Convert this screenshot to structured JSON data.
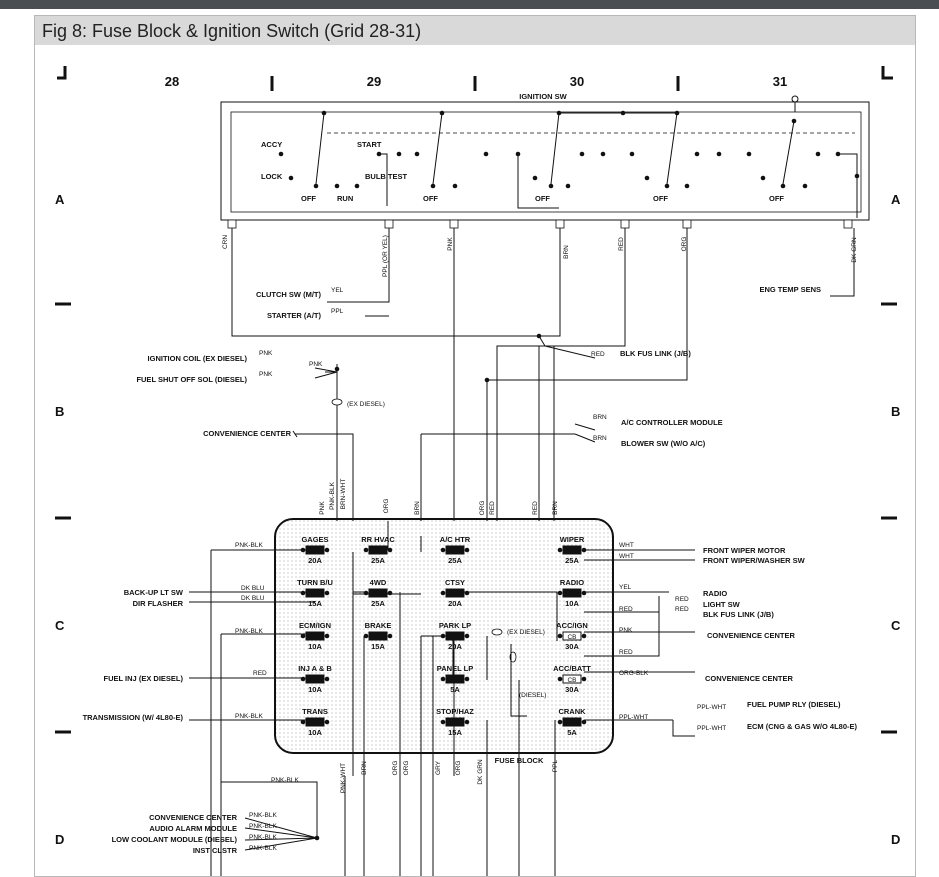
{
  "caption": "Fig 8: Fuse Block & Ignition Switch (Grid 28-31)",
  "grid": {
    "columns": [
      "28",
      "29",
      "30",
      "31"
    ],
    "rows": [
      "A",
      "B",
      "C",
      "D"
    ]
  },
  "ignition_switch": {
    "title": "IGNITION SW",
    "positions": [
      "ACCY",
      "START",
      "LOCK",
      "BULB TEST",
      "OFF",
      "RUN"
    ],
    "off_labels": [
      "OFF",
      "OFF",
      "OFF",
      "OFF",
      "OFF"
    ]
  },
  "switch_wires": [
    "CRN",
    "PPL (OR YEL)",
    "PNK",
    "BRN",
    "RED",
    "ORG",
    "DK GRN"
  ],
  "upper_labels": {
    "clutch": "CLUTCH SW (M/T)",
    "clutch_wire": "YEL",
    "starter": "STARTER (A/T)",
    "starter_wire": "PPL",
    "eng_temp": "ENG TEMP SENS",
    "ign_coil": "IGNITION COIL (EX DIESEL)",
    "fuel_shutoff": "FUEL SHUT OFF SOL (DIESEL)",
    "pnk1": "PNK",
    "pnk2": "PNK",
    "pnk3": "PNK",
    "ex_diesel": "(EX DIESEL)",
    "blk_fus_link": "BLK FUS LINK (J/B)",
    "red": "RED",
    "ac_ctrl": "A/C CONTROLLER MODULE",
    "blower": "BLOWER SW (W/O A/C)",
    "brn1": "BRN",
    "brn2": "BRN",
    "conv_center": "CONVENIENCE CENTER"
  },
  "vertical_wires": [
    "PNK",
    "PNK-BLK",
    "BRN-WHT",
    "ORG",
    "BRN",
    "ORG",
    "RED",
    "RED",
    "BRN"
  ],
  "fuse_block": {
    "title": "FUSE BLOCK",
    "fuses": [
      {
        "name": "GAGES",
        "rating": "20A"
      },
      {
        "name": "RR HVAC",
        "rating": "25A"
      },
      {
        "name": "A/C HTR",
        "rating": "25A"
      },
      {
        "name": "WIPER",
        "rating": "25A"
      },
      {
        "name": "TURN B/U",
        "rating": "15A"
      },
      {
        "name": "4WD",
        "rating": "25A"
      },
      {
        "name": "CTSY",
        "rating": "20A"
      },
      {
        "name": "RADIO",
        "rating": "10A"
      },
      {
        "name": "ECM/IGN",
        "rating": "10A"
      },
      {
        "name": "BRAKE",
        "rating": "15A"
      },
      {
        "name": "PARK LP",
        "rating": "20A"
      },
      {
        "name": "ACC/IGN",
        "rating": "30A"
      },
      {
        "name": "INJ A & B",
        "rating": "10A"
      },
      {
        "name": "PANEL LP",
        "rating": "5A"
      },
      {
        "name": "ACC/BATT",
        "rating": "30A"
      },
      {
        "name": "TRANS",
        "rating": "10A"
      },
      {
        "name": "STOP/HAZ",
        "rating": "15A"
      },
      {
        "name": "CRANK",
        "rating": "5A"
      }
    ],
    "cb_label": "CB",
    "ex_diesel": "(EX DIESEL)",
    "diesel": "(DIESEL)"
  },
  "left_labels": {
    "pnk_blk1": "PNK-BLK",
    "backup": "BACK-UP LT SW",
    "dir_flasher": "DIR FLASHER",
    "dk_blu1": "DK BLU",
    "dk_blu2": "DK BLU",
    "pnk_blk2": "PNK-BLK",
    "fuel_inj": "FUEL INJ (EX DIESEL)",
    "red": "RED",
    "transmission": "TRANSMISSION (W/ 4L80-E)",
    "pnk_blk3": "PNK-BLK"
  },
  "right_labels": {
    "wht1": "WHT",
    "wht2": "WHT",
    "front_wiper": "FRONT WIPER MOTOR",
    "washer": "FRONT WIPER/WASHER SW",
    "yel": "YEL",
    "radio": "RADIO",
    "light_sw": "LIGHT SW",
    "blk_fus": "BLK FUS LINK (J/B)",
    "red1": "RED",
    "red2": "RED",
    "red3": "RED",
    "red4": "RED",
    "pnk": "PNK",
    "conv1": "CONVENIENCE CENTER",
    "org_blk": "ORG-BLK",
    "conv2": "CONVENIENCE CENTER",
    "ppl_wht1": "PPL-WHT",
    "ppl_wht2": "PPL-WHT",
    "ppl_wht3": "PPL-WHT",
    "fuel_pump": "FUEL PUMP RLY (DIESEL)",
    "ecm": "ECM (CNG & GAS W/O 4L80-E)"
  },
  "bottom_wires": [
    "PNK-WHT",
    "BRN",
    "ORG",
    "ORG",
    "GRY",
    "ORG",
    "DK GRN",
    "PPL"
  ],
  "bottom_labels": {
    "pnk_blk_top": "PNK-BLK",
    "conv_center": "CONVENIENCE CENTER",
    "audio": "AUDIO ALARM MODULE",
    "low_coolant": "LOW COOLANT MODULE (DIESEL)",
    "inst": "INST CLSTR",
    "pnk_blk": [
      "PNK-BLK",
      "PNK-BLK",
      "PNK-BLK",
      "PNK-BLK"
    ]
  }
}
